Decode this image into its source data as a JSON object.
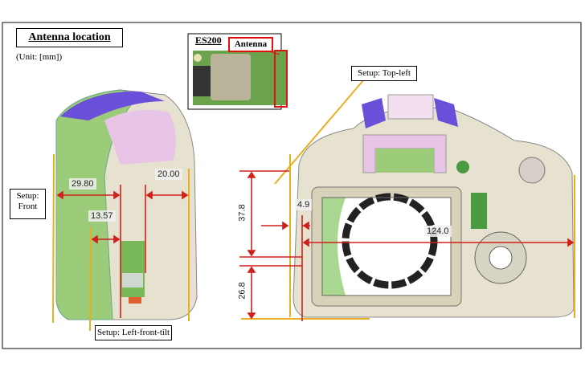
{
  "title": "Antenna location",
  "unit": "(Unit: [mm])",
  "module": {
    "name": "ES200",
    "antenna_label": "Antenna"
  },
  "setups": {
    "front": "Setup: Front",
    "left_front_tilt": "Setup: Left-front-tilt",
    "top_left": "Setup: Top-left"
  },
  "dimensions": {
    "d1": "29.80",
    "d2": "20.00",
    "d3": "13.57",
    "d4": "37.8",
    "d5": "26.8",
    "d6": "4.9",
    "d7": "124.0"
  },
  "colors": {
    "dimension": "#d0201c",
    "setup_line": "#e8b020",
    "body": "#e7e2cf",
    "grip": "#9ccc7a",
    "accent": "#6a4fd8",
    "pink": "#e8c4e6"
  }
}
